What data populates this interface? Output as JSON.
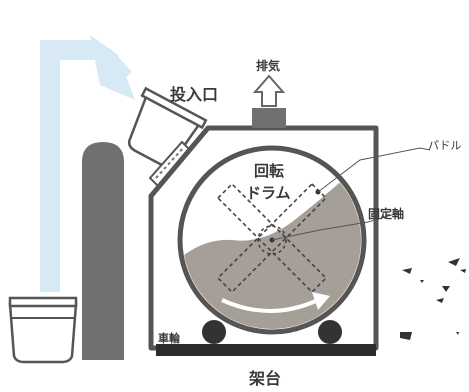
{
  "labels": {
    "inlet": "投入口",
    "exhaust": "排気",
    "paddle": "パドル",
    "drum_line1": "回転",
    "drum_line2": "ドラム",
    "fixed_shaft": "固定軸",
    "wheel": "車輪",
    "base": "架台"
  },
  "colors": {
    "frame": "#555555",
    "post": "#707070",
    "drum_fill": "#ffffff",
    "material": "#a69f98",
    "flow_arrow": "#d6e9f5",
    "base": "#2c2c2c",
    "text": "#3a3a3a"
  },
  "icons": [
    "bucket-icon",
    "exhaust-arrow-icon",
    "flow-arrow-icon",
    "rotation-arrow-icon"
  ]
}
